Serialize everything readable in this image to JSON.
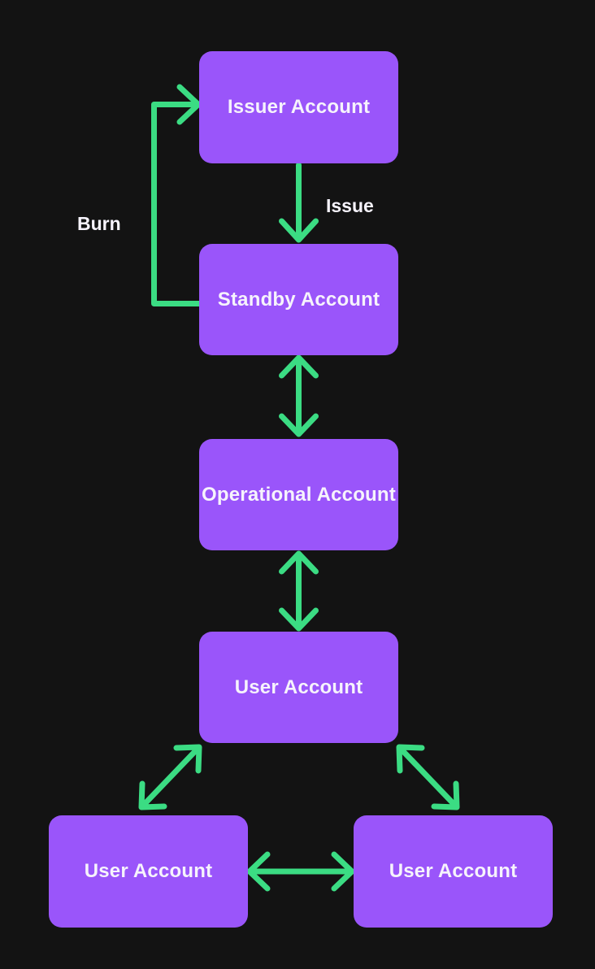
{
  "diagram": {
    "nodes": {
      "issuer": {
        "label": "Issuer Account"
      },
      "standby": {
        "label": "Standby Account"
      },
      "operational": {
        "label": "Operational Account"
      },
      "user_mid": {
        "label": "User Account"
      },
      "user_left": {
        "label": "User Account"
      },
      "user_right": {
        "label": "User Account"
      }
    },
    "edge_labels": {
      "issue": "Issue",
      "burn": "Burn"
    },
    "edges": [
      {
        "name": "issue-arrow",
        "from": "issuer",
        "to": "standby",
        "label": "Issue",
        "direction": "one-way-down"
      },
      {
        "name": "burn-arrow",
        "from": "standby",
        "to": "issuer",
        "label": "Burn",
        "direction": "one-way-up-around-left"
      },
      {
        "name": "standby-operational-arrow",
        "from": "standby",
        "to": "operational",
        "direction": "two-way"
      },
      {
        "name": "operational-user-arrow",
        "from": "operational",
        "to": "user_mid",
        "direction": "two-way"
      },
      {
        "name": "user-left-diagonal-arrow",
        "from": "user_mid",
        "to": "user_left",
        "direction": "two-way"
      },
      {
        "name": "user-right-diagonal-arrow",
        "from": "user_mid",
        "to": "user_right",
        "direction": "two-way"
      },
      {
        "name": "user-bottom-horizontal-arrow",
        "from": "user_left",
        "to": "user_right",
        "direction": "two-way"
      }
    ],
    "colors": {
      "background": "#131313",
      "node_fill": "#9A55FA",
      "arrow": "#3BDC83",
      "text": "#F6F3FC"
    }
  }
}
